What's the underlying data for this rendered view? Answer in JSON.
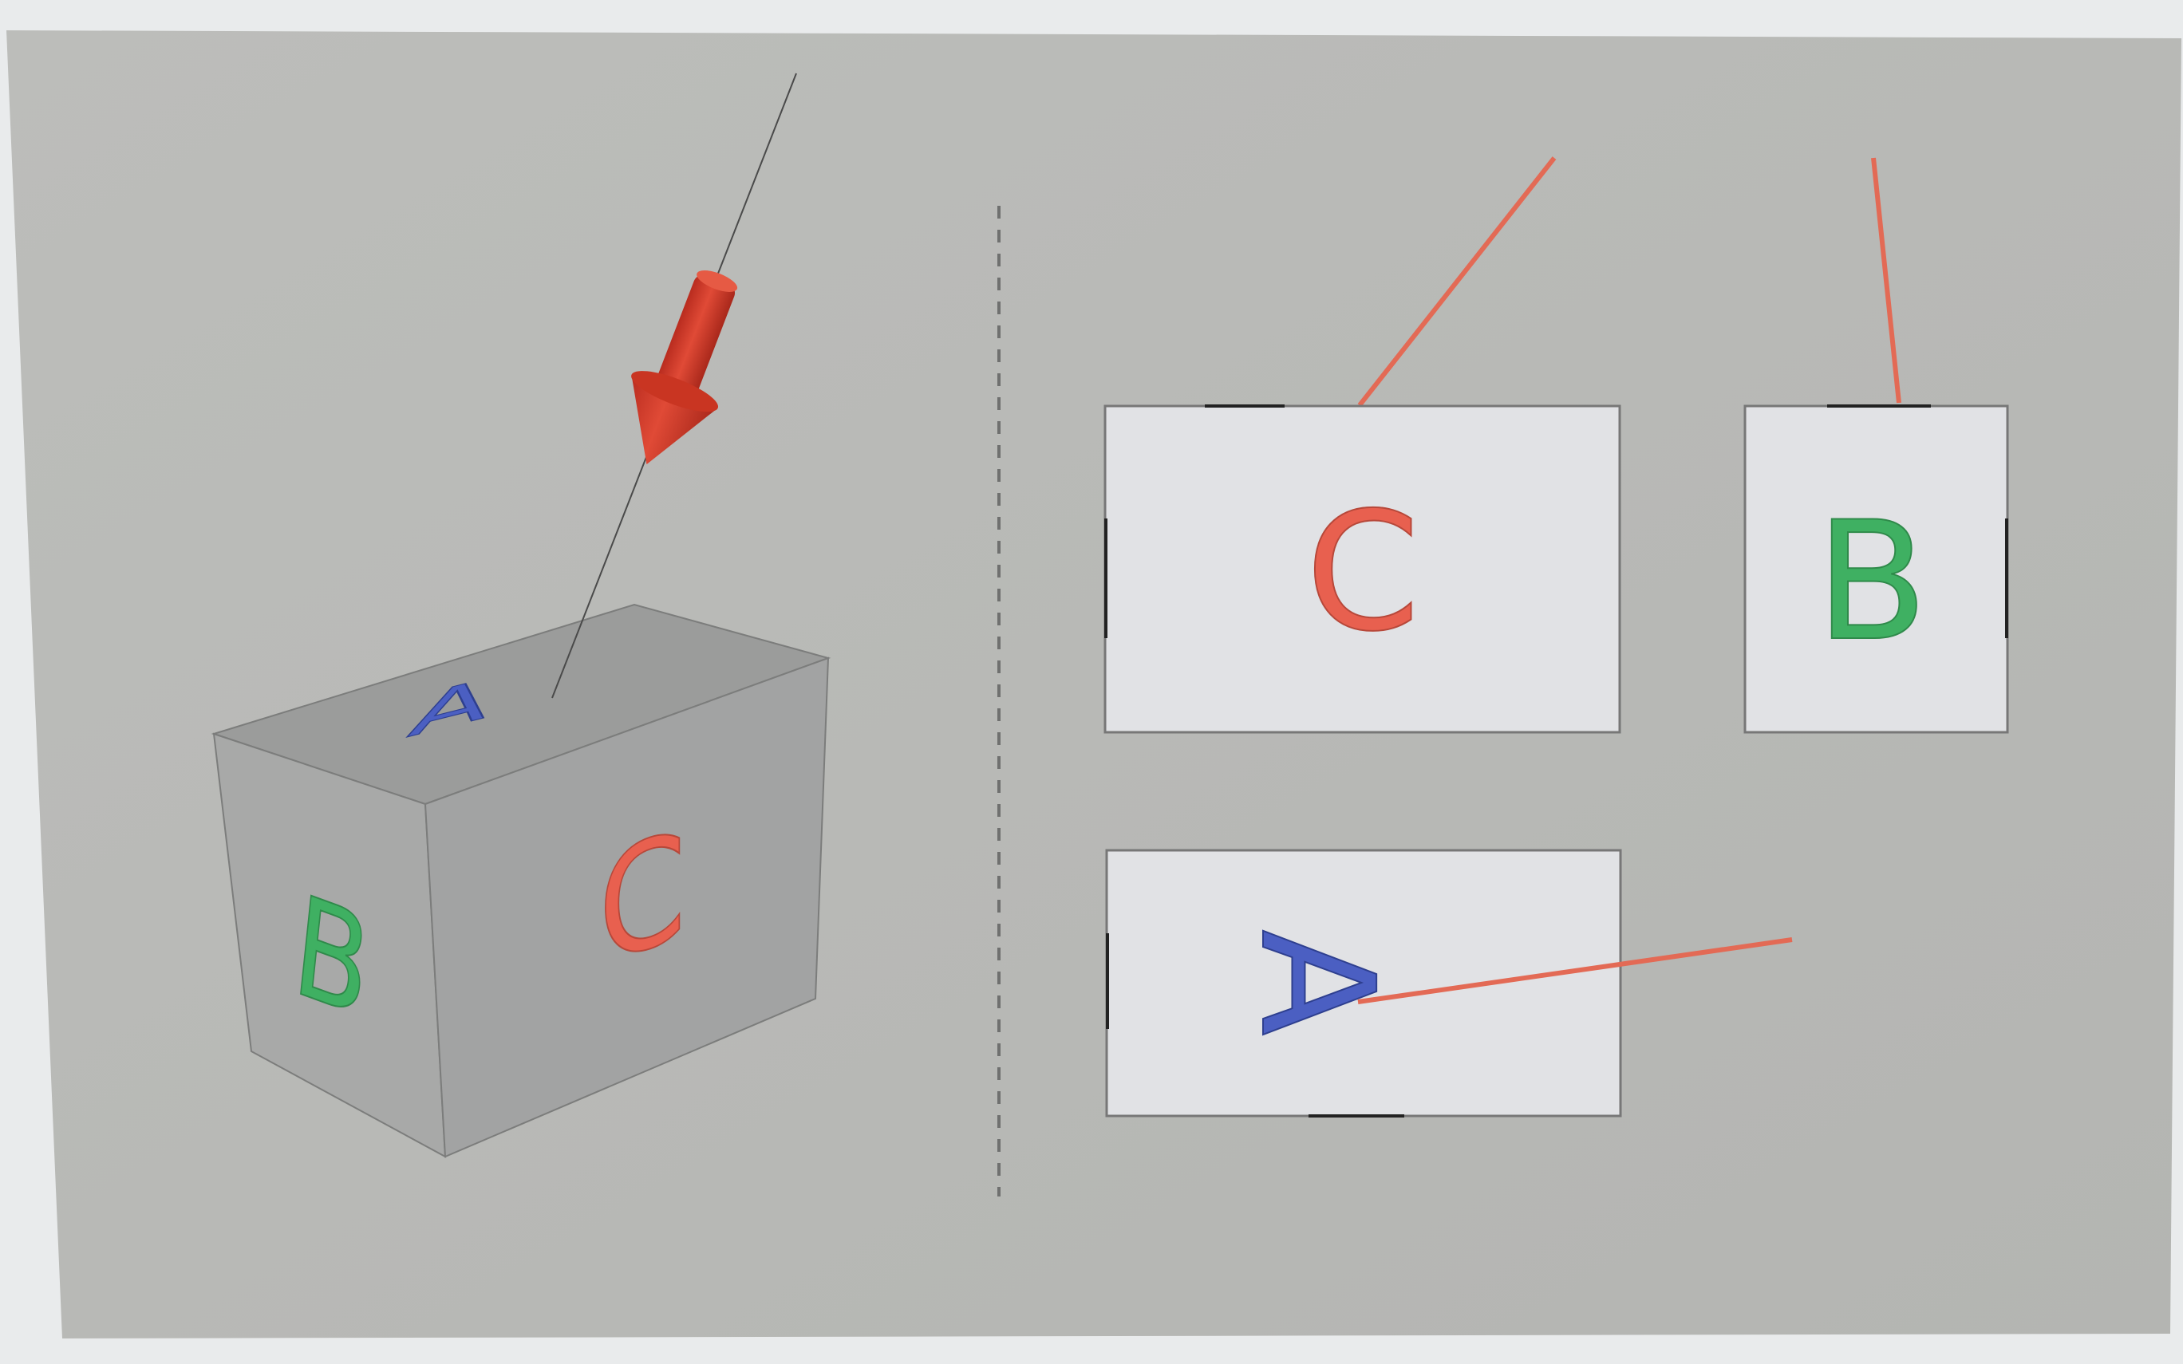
{
  "faces": {
    "top": "A",
    "side": "B",
    "front": "C"
  },
  "views": {
    "front": "C",
    "side": "B",
    "top": "A"
  },
  "colors": {
    "page_border": "#e9ebec",
    "panel": "#b9bab7",
    "box_top": "#9c9d9c",
    "box_side": "#a9aaa9",
    "box_front": "#a3a4a4",
    "view_card": "#e1e2e5",
    "letter_a": "#4b5fc2",
    "letter_b": "#3fb062",
    "letter_c": "#e8604f",
    "projector": "#e36a55",
    "arrow": "#d7412f",
    "divider": "#6f706f"
  },
  "icons": {
    "arrow": "view-direction-arrow-icon"
  }
}
